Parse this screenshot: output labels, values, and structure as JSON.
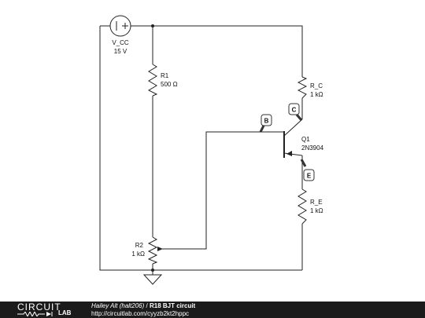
{
  "components": {
    "vcc": {
      "name": "V_CC",
      "value": "15 V",
      "symbol": "| +"
    },
    "r1": {
      "name": "R1",
      "value": "500 Ω"
    },
    "r2": {
      "name": "R2",
      "value": "1 kΩ"
    },
    "rc": {
      "name": "R_C",
      "value": "1 kΩ"
    },
    "re": {
      "name": "R_E",
      "value": "1 kΩ"
    },
    "q1": {
      "name": "Q1",
      "value": "2N3904"
    }
  },
  "probes": {
    "b": "B",
    "c": "C",
    "e": "E"
  },
  "footer": {
    "logo_top": "CIRCUIT",
    "logo_bottom": "LAB",
    "author": "Hailey Alt (halt206)",
    "separator": " / ",
    "title": "R18 BJT circuit",
    "url": "http://circuitlab.com/cyyzb2kt2hppc"
  }
}
